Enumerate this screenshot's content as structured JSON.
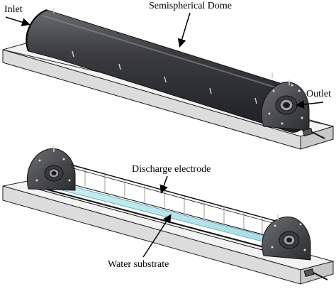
{
  "labels": {
    "inlet": "Inlet",
    "dome": "Semispherical Dome",
    "outlet": "Outlet",
    "electrode": "Discharge electrode",
    "water": "Water substrate"
  },
  "colors": {
    "dome_body": "#2f3033",
    "dome_highlight": "#6a6b6f",
    "base_top": "#f2f2f2",
    "base_side": "#d0d0d0",
    "water": "#b7e3ea",
    "end_cap": "#4a4b4e"
  }
}
